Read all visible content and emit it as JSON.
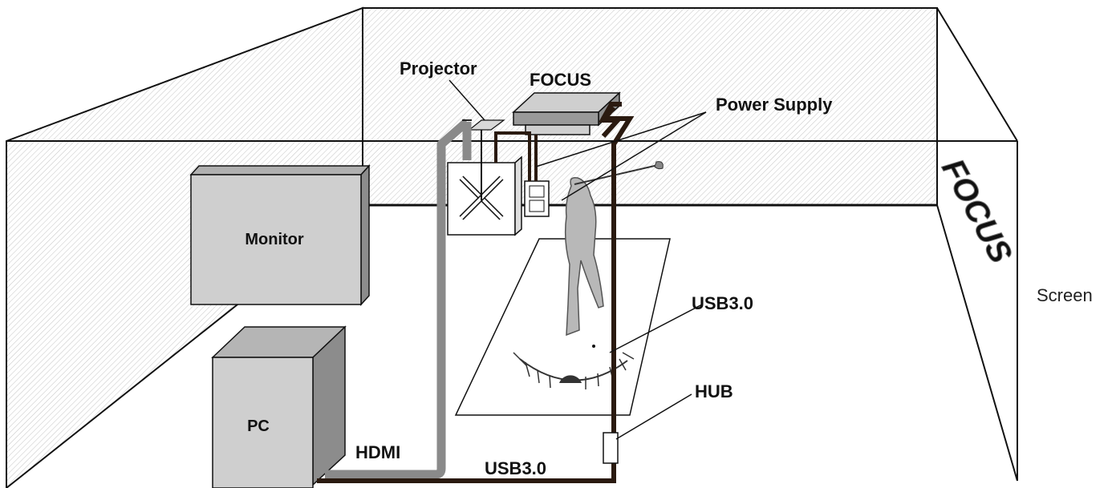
{
  "labels": {
    "projector": "Projector",
    "focus": "FOCUS",
    "power_supply": "Power Supply",
    "monitor": "Monitor",
    "pc": "PC",
    "hdmi": "HDMI",
    "usb_bottom": "USB3.0",
    "usb_right": "USB3.0",
    "hub": "HUB",
    "screen": "Screen",
    "screen_logo": "FOCUS"
  },
  "colors": {
    "box_fill": "#cfcfcf",
    "box_side": "#8c8c8c",
    "hdmi_cable": "#8a8a8a",
    "usb_cable": "#2a1a10",
    "wall_hatch": "#bdbdbd"
  }
}
